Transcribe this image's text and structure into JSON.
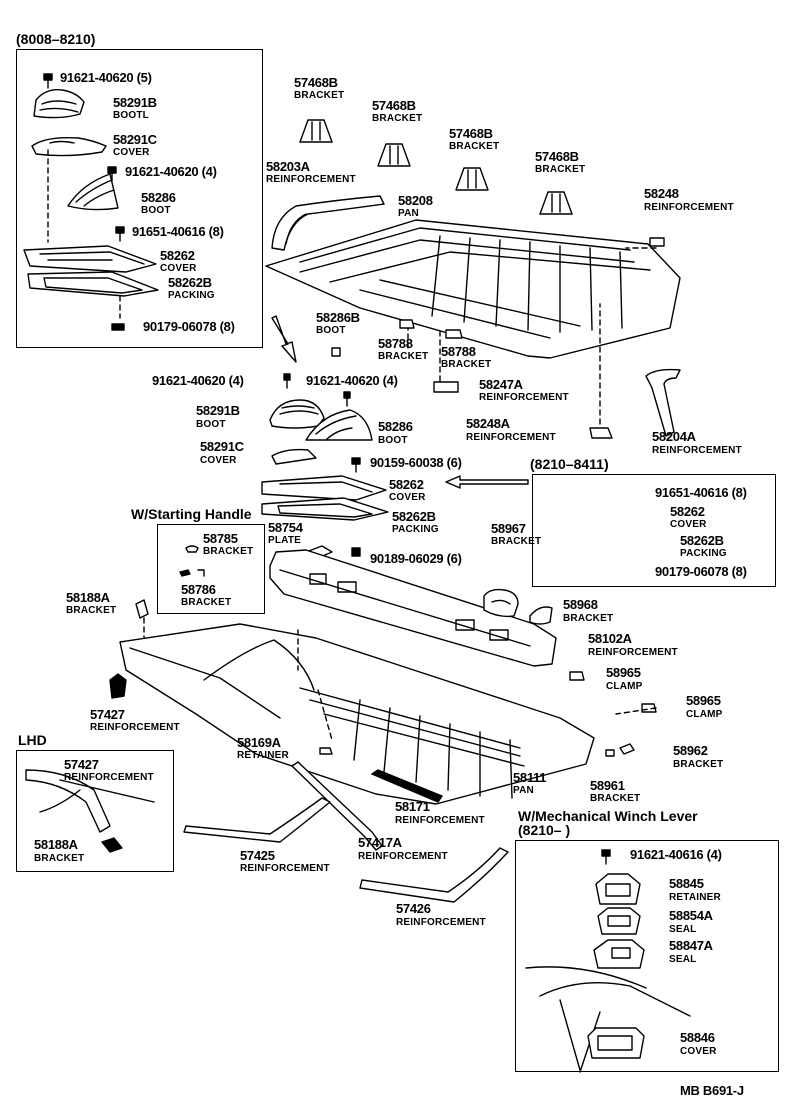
{
  "frames": {
    "early": {
      "label": "(8008–8210)"
    },
    "late": {
      "label": "(8210–8411)"
    },
    "starting": {
      "label": "W/Starting Handle"
    },
    "lhd": {
      "label": "LHD"
    },
    "winch": {
      "label": "W/Mechanical Winch Lever",
      "sublabel": "(8210–       )"
    }
  },
  "callouts": [
    {
      "id": "c01",
      "number": "91621-40620 (5)",
      "desc": ""
    },
    {
      "id": "c02",
      "number": "58291B",
      "desc": "BOOTL"
    },
    {
      "id": "c03",
      "number": "58291C",
      "desc": "COVER"
    },
    {
      "id": "c04",
      "number": "91621-40620 (4)",
      "desc": ""
    },
    {
      "id": "c05",
      "number": "58286",
      "desc": "BOOT"
    },
    {
      "id": "c06",
      "number": "91651-40616 (8)",
      "desc": ""
    },
    {
      "id": "c07",
      "number": "58262",
      "desc": "COVER"
    },
    {
      "id": "c08",
      "number": "58262B",
      "desc": "PACKING"
    },
    {
      "id": "c09",
      "number": "90179-06078 (8)",
      "desc": ""
    },
    {
      "id": "c10",
      "number": "57468B",
      "desc": "BRACKET"
    },
    {
      "id": "c11",
      "number": "57468B",
      "desc": "BRACKET"
    },
    {
      "id": "c12",
      "number": "57468B",
      "desc": "BRACKET"
    },
    {
      "id": "c13",
      "number": "57468B",
      "desc": "BRACKET"
    },
    {
      "id": "c14",
      "number": "58203A",
      "desc": "REINFORCEMENT"
    },
    {
      "id": "c15",
      "number": "58208",
      "desc": "PAN"
    },
    {
      "id": "c16",
      "number": "58248",
      "desc": "REINFORCEMENT"
    },
    {
      "id": "c17",
      "number": "58286B",
      "desc": "BOOT"
    },
    {
      "id": "c18",
      "number": "58788",
      "desc": "BRACKET"
    },
    {
      "id": "c19",
      "number": "58788",
      "desc": "BRACKET"
    },
    {
      "id": "c20",
      "number": "91621-40620 (4)",
      "desc": ""
    },
    {
      "id": "c21",
      "number": "91621-40620 (4)",
      "desc": ""
    },
    {
      "id": "c22",
      "number": "58247A",
      "desc": "REINFORCEMENT"
    },
    {
      "id": "c23",
      "number": "58291B",
      "desc": "BOOT"
    },
    {
      "id": "c24",
      "number": "58286",
      "desc": "BOOT"
    },
    {
      "id": "c25",
      "number": "58248A",
      "desc": "REINFORCEMENT"
    },
    {
      "id": "c26",
      "number": "58204A",
      "desc": "REINFORCEMENT"
    },
    {
      "id": "c27",
      "number": "58291C",
      "desc": "COVER"
    },
    {
      "id": "c28",
      "number": "90159-60038 (6)",
      "desc": ""
    },
    {
      "id": "c29",
      "number": "58262",
      "desc": "COVER"
    },
    {
      "id": "c30",
      "number": "91651-40616 (8)",
      "desc": ""
    },
    {
      "id": "c31",
      "number": "58262",
      "desc": "COVER"
    },
    {
      "id": "c32",
      "number": "58262B",
      "desc": "PACKING"
    },
    {
      "id": "c33",
      "number": "58262B",
      "desc": "PACKING"
    },
    {
      "id": "c34",
      "number": "58754",
      "desc": "PLATE"
    },
    {
      "id": "c35",
      "number": "58967",
      "desc": "BRACKET"
    },
    {
      "id": "c36",
      "number": "58785",
      "desc": "BRACKET"
    },
    {
      "id": "c37",
      "number": "90189-06029 (6)",
      "desc": ""
    },
    {
      "id": "c38",
      "number": "90179-06078 (8)",
      "desc": ""
    },
    {
      "id": "c39",
      "number": "58786",
      "desc": "BRACKET"
    },
    {
      "id": "c40",
      "number": "58188A",
      "desc": "BRACKET"
    },
    {
      "id": "c41",
      "number": "58968",
      "desc": "BRACKET"
    },
    {
      "id": "c42",
      "number": "58102A",
      "desc": "REINFORCEMENT"
    },
    {
      "id": "c43",
      "number": "58965",
      "desc": "CLAMP"
    },
    {
      "id": "c44",
      "number": "57427",
      "desc": "REINFORCEMENT"
    },
    {
      "id": "c45",
      "number": "58965",
      "desc": "CLAMP"
    },
    {
      "id": "c46",
      "number": "58169A",
      "desc": "RETAINER"
    },
    {
      "id": "c47",
      "number": "58962",
      "desc": "BRACKET"
    },
    {
      "id": "c48",
      "number": "57427",
      "desc": "REINFORCEMENT"
    },
    {
      "id": "c49",
      "number": "58111",
      "desc": "PAN"
    },
    {
      "id": "c50",
      "number": "58961",
      "desc": "BRACKET"
    },
    {
      "id": "c51",
      "number": "58171",
      "desc": "REINFORCEMENT"
    },
    {
      "id": "c52",
      "number": "58188A",
      "desc": "BRACKET"
    },
    {
      "id": "c53",
      "number": "57417A",
      "desc": "REINFORCEMENT"
    },
    {
      "id": "c54",
      "number": "57425",
      "desc": "REINFORCEMENT"
    },
    {
      "id": "c55",
      "number": "91621-40616 (4)",
      "desc": ""
    },
    {
      "id": "c56",
      "number": "58845",
      "desc": "RETAINER"
    },
    {
      "id": "c57",
      "number": "58854A",
      "desc": "SEAL"
    },
    {
      "id": "c58",
      "number": "57426",
      "desc": "REINFORCEMENT"
    },
    {
      "id": "c59",
      "number": "58847A",
      "desc": "SEAL"
    },
    {
      "id": "c60",
      "number": "58846",
      "desc": "COVER"
    }
  ],
  "footer": {
    "code": "MB  B691-J"
  }
}
